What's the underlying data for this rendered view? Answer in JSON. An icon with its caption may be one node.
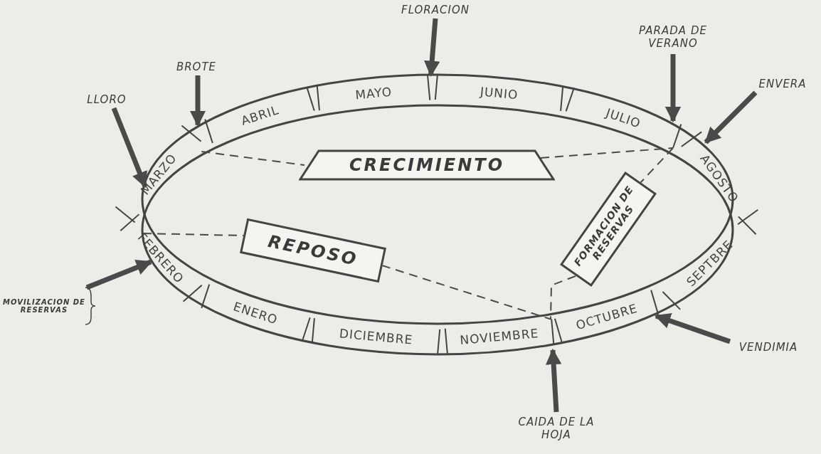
{
  "diagram": {
    "nodes": [
      {
        "text": [
          "FLORACION"
        ]
      },
      {
        "text": [
          "PARADA DE VERANO"
        ]
      },
      {
        "text": [
          "BROTE"
        ]
      },
      {
        "text": [
          "ENVERA"
        ]
      },
      {
        "text": [
          "LLORO"
        ]
      },
      {
        "text": [
          "MAYO"
        ]
      },
      {
        "text": [
          "JUNIO"
        ]
      },
      {
        "text": [
          "ABRIL"
        ]
      },
      {
        "text": [
          "JULIO"
        ]
      },
      {
        "text": [
          "MARZO"
        ]
      },
      {
        "text": [
          "AGOSTO"
        ]
      },
      {
        "text": [
          "CRECIMIENTO"
        ]
      },
      {
        "text": [
          "FORMACION DE RESERVAS"
        ]
      },
      {
        "text": [
          "REPOSO"
        ]
      },
      {
        "text": [
          "SEPTBRE"
        ]
      },
      {
        "text": [
          "FEBRERO"
        ]
      },
      {
        "text": [
          "ENERO"
        ]
      },
      {
        "text": [
          "OCTUBRE"
        ]
      },
      {
        "text": [
          "DICIEMBRE"
        ]
      },
      {
        "text": [
          "NOVIEMBRE"
        ]
      },
      {
        "text": [
          "VENDIMIA"
        ]
      },
      {
        "text": [
          "MOVILIZACION DE RESERVAS"
        ]
      },
      {
        "text": [
          "CAIDA DE LA HOJA"
        ]
      }
    ],
    "edges": [
      {
        "from": 4,
        "to": 9,
        "arrow": "to"
      },
      {
        "from": 2,
        "to": 9,
        "arrow": "to"
      },
      {
        "from": 0,
        "to": 5,
        "arrow": "to"
      },
      {
        "from": 1,
        "to": 8,
        "arrow": "to"
      },
      {
        "from": 3,
        "to": 10,
        "arrow": "to"
      },
      {
        "from": 20,
        "to": 17,
        "arrow": "to"
      },
      {
        "from": 22,
        "to": 19,
        "arrow": "to"
      },
      {
        "from": 21,
        "to": 15,
        "arrow": "to"
      },
      {
        "from": 9,
        "to": 11,
        "arrow": "none",
        "style": "dashed"
      },
      {
        "from": 11,
        "to": 8,
        "arrow": "none",
        "style": "dashed"
      },
      {
        "from": 8,
        "to": 12,
        "arrow": "none",
        "style": "dashed"
      },
      {
        "from": 12,
        "to": 19,
        "arrow": "none",
        "style": "dashed"
      },
      {
        "from": 13,
        "to": 19,
        "arrow": "none",
        "style": "dashed"
      },
      {
        "from": 15,
        "to": 13,
        "arrow": "none",
        "style": "dashed"
      }
    ]
  }
}
